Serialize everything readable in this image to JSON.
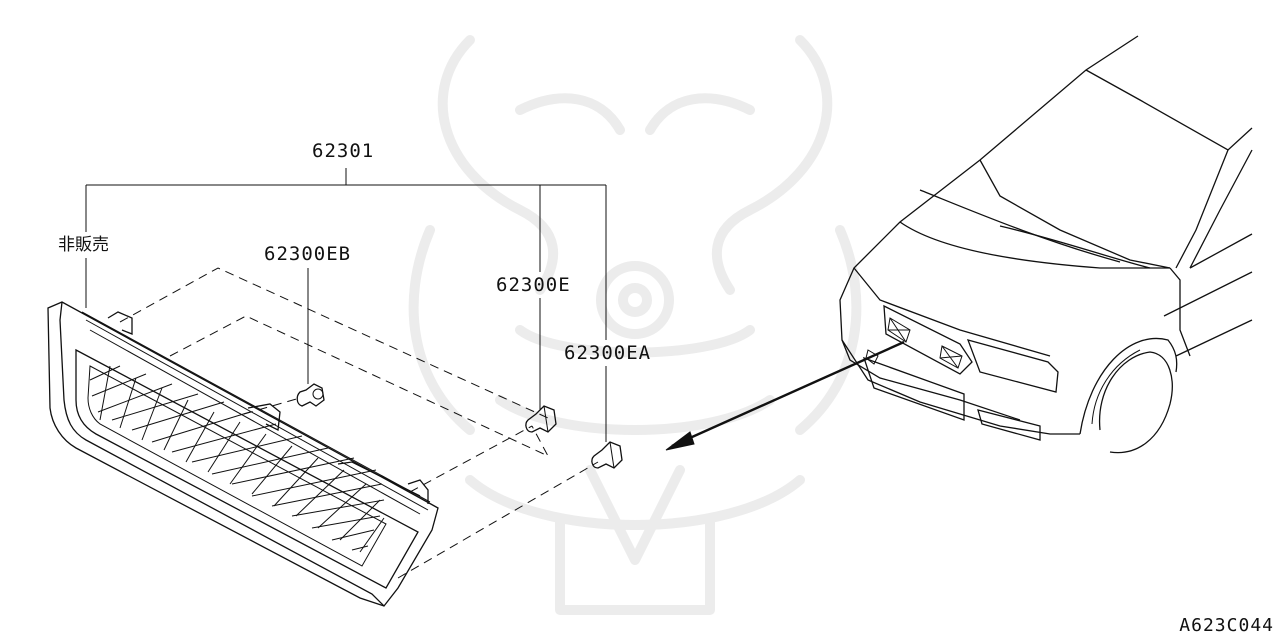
{
  "parts": {
    "assembly": "62301",
    "not_for_sale": "非販売",
    "clip_eb": "62300EB",
    "clip_e": "62300E",
    "clip_ea": "62300EA"
  },
  "diagram_code": "A623C044",
  "colors": {
    "line": "#111111",
    "watermark": "#ececec",
    "background": "#ffffff"
  }
}
